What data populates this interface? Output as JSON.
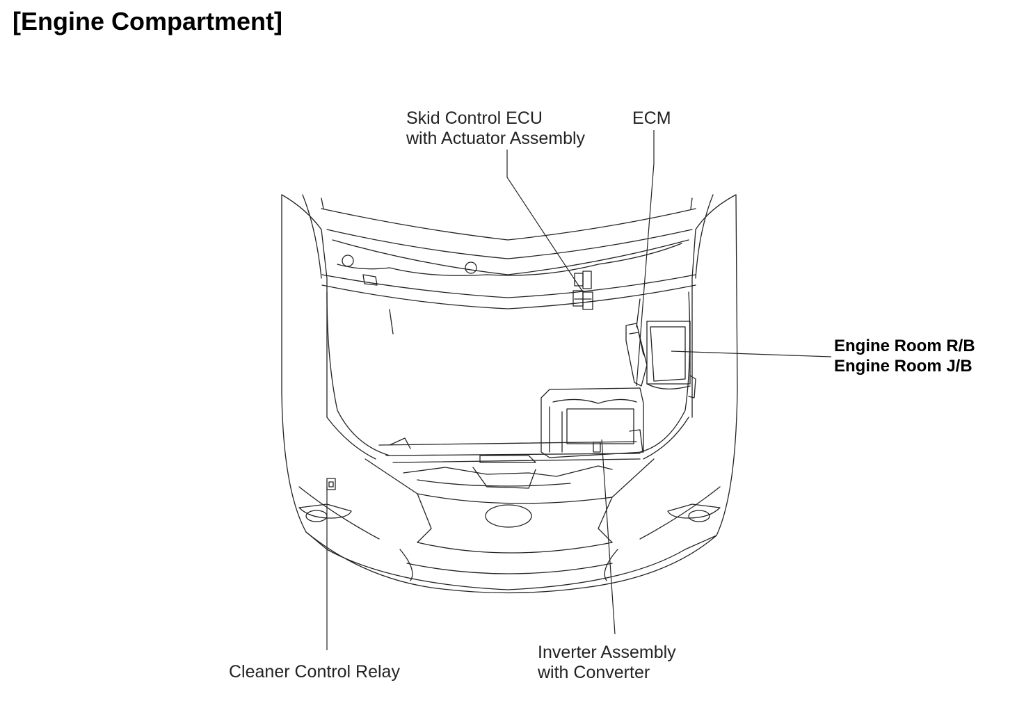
{
  "title": "[Engine Compartment]",
  "labels": {
    "skid_control": [
      "Skid Control ECU",
      "with Actuator Assembly"
    ],
    "ecm": "ECM",
    "engine_room": [
      "Engine Room R/B",
      "Engine Room J/B"
    ],
    "cleaner_relay": "Cleaner Control Relay",
    "inverter": [
      "Inverter Assembly",
      "with Converter"
    ]
  }
}
